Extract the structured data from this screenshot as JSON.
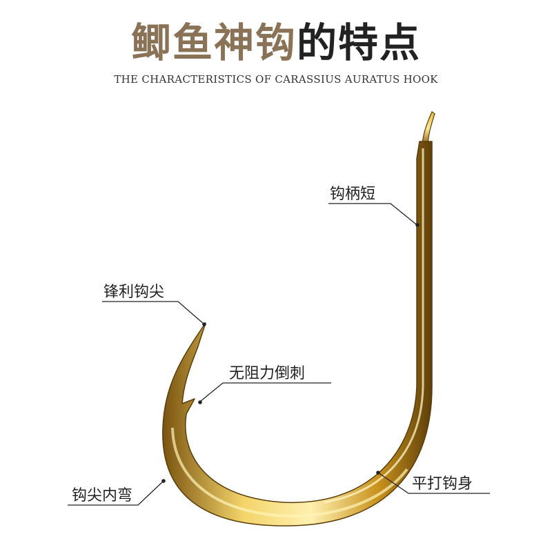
{
  "title": {
    "brand": "鲫鱼神钩",
    "rest": "的特点"
  },
  "subtitle": "THE CHARACTERISTICS OF CARASSIUS AURATUS HOOK",
  "callouts": {
    "shank": "钩柄短",
    "point": "锋利钩尖",
    "barbless": "无阻力倒刺",
    "bend": "钩尖内弯",
    "body": "平打钩身"
  },
  "colors": {
    "brand": "#8a7257",
    "gold_light": "#f6dc7a",
    "gold_mid": "#d9a62a",
    "gold_dark": "#6b4a10"
  }
}
